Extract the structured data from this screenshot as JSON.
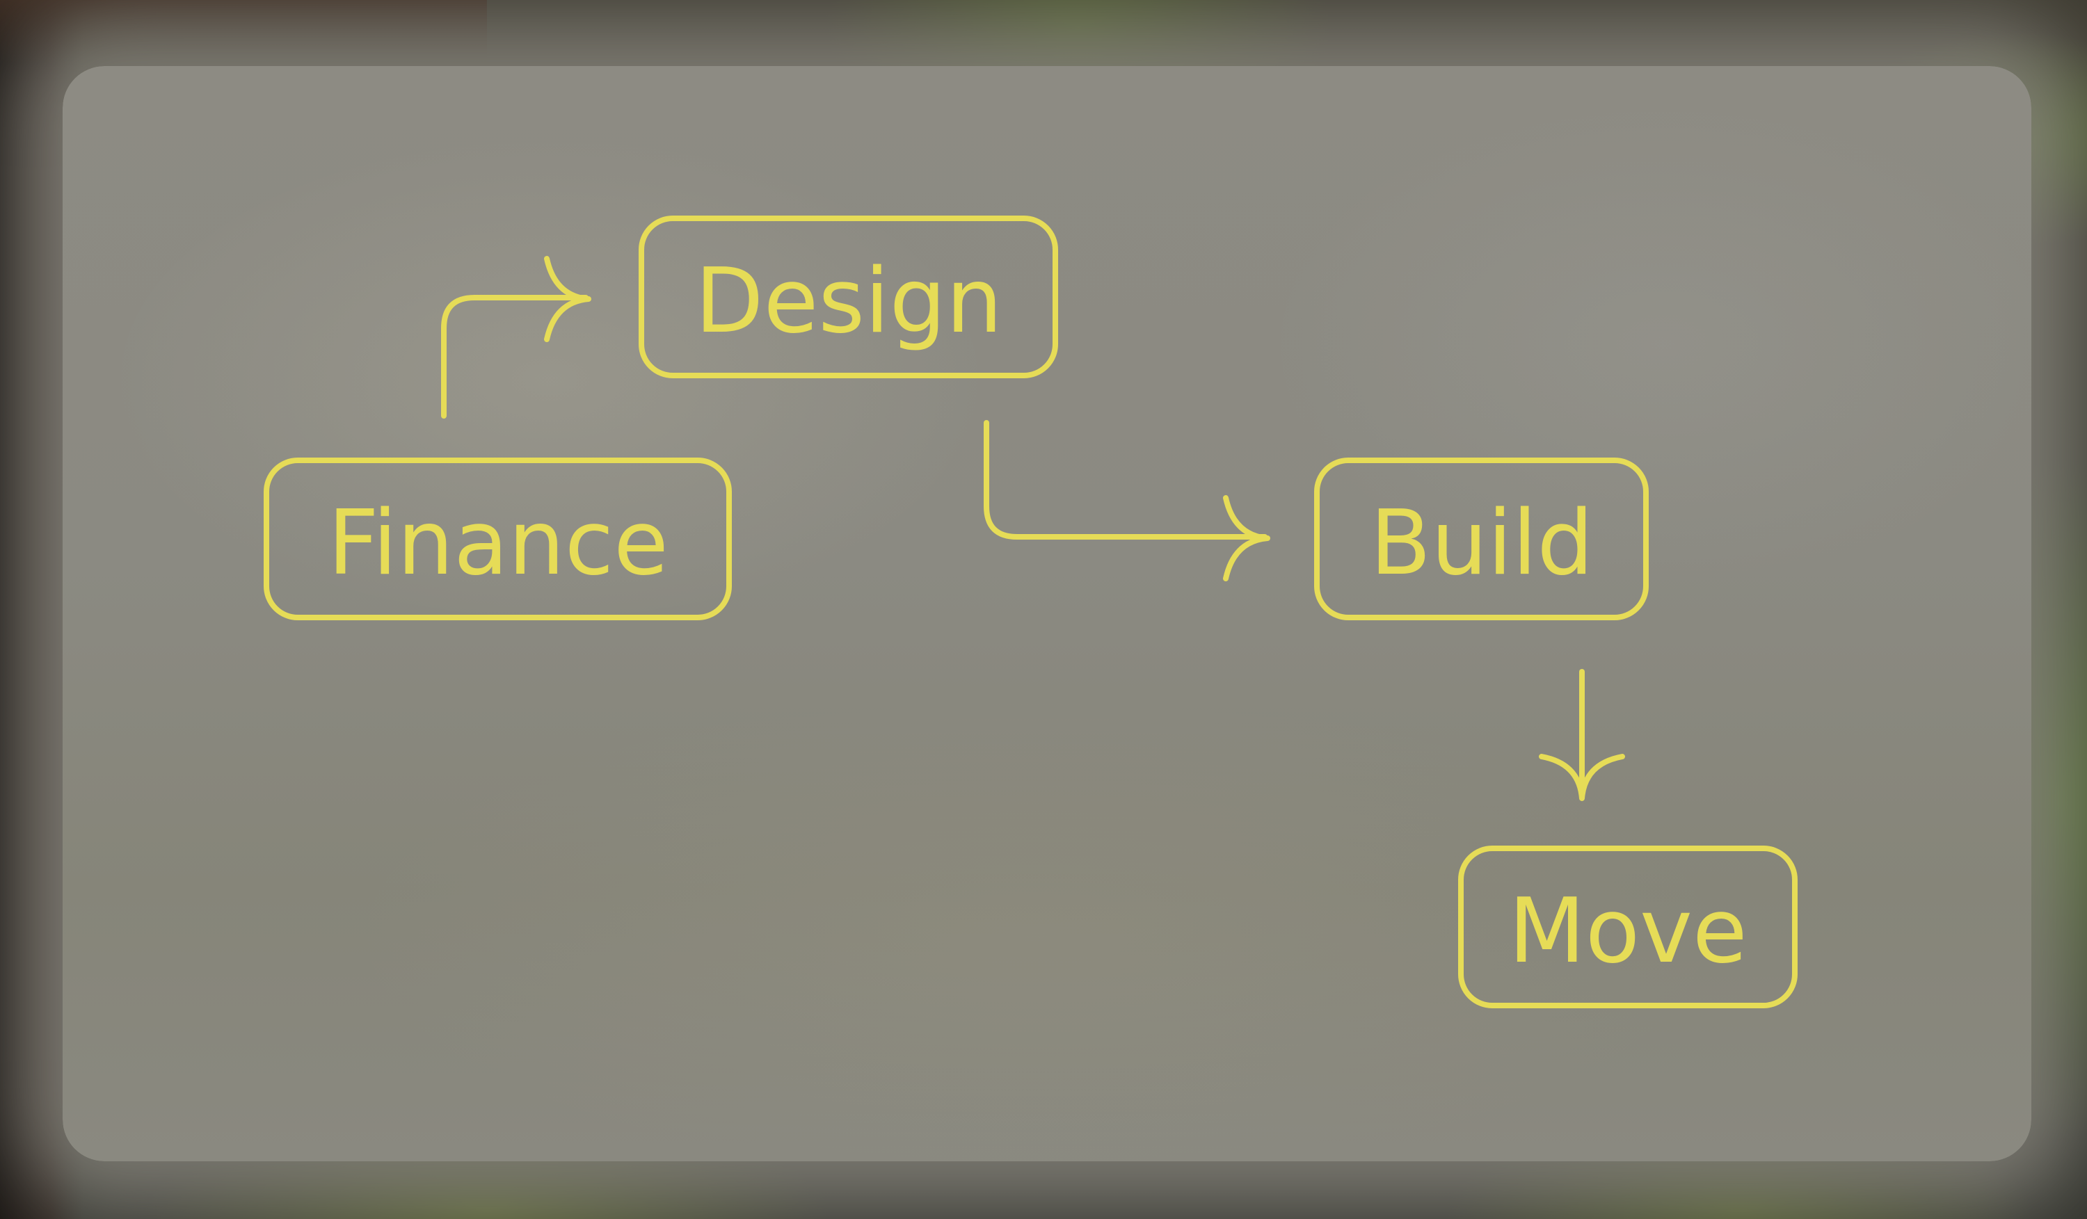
{
  "diagram": {
    "stroke_color": "#e6dc57",
    "nodes": [
      {
        "id": "finance",
        "label": "Finance"
      },
      {
        "id": "design",
        "label": "Design"
      },
      {
        "id": "build",
        "label": "Build"
      },
      {
        "id": "move",
        "label": "Move"
      }
    ],
    "edges": [
      {
        "from": "finance",
        "to": "design"
      },
      {
        "from": "design",
        "to": "build"
      },
      {
        "from": "build",
        "to": "move"
      }
    ]
  }
}
